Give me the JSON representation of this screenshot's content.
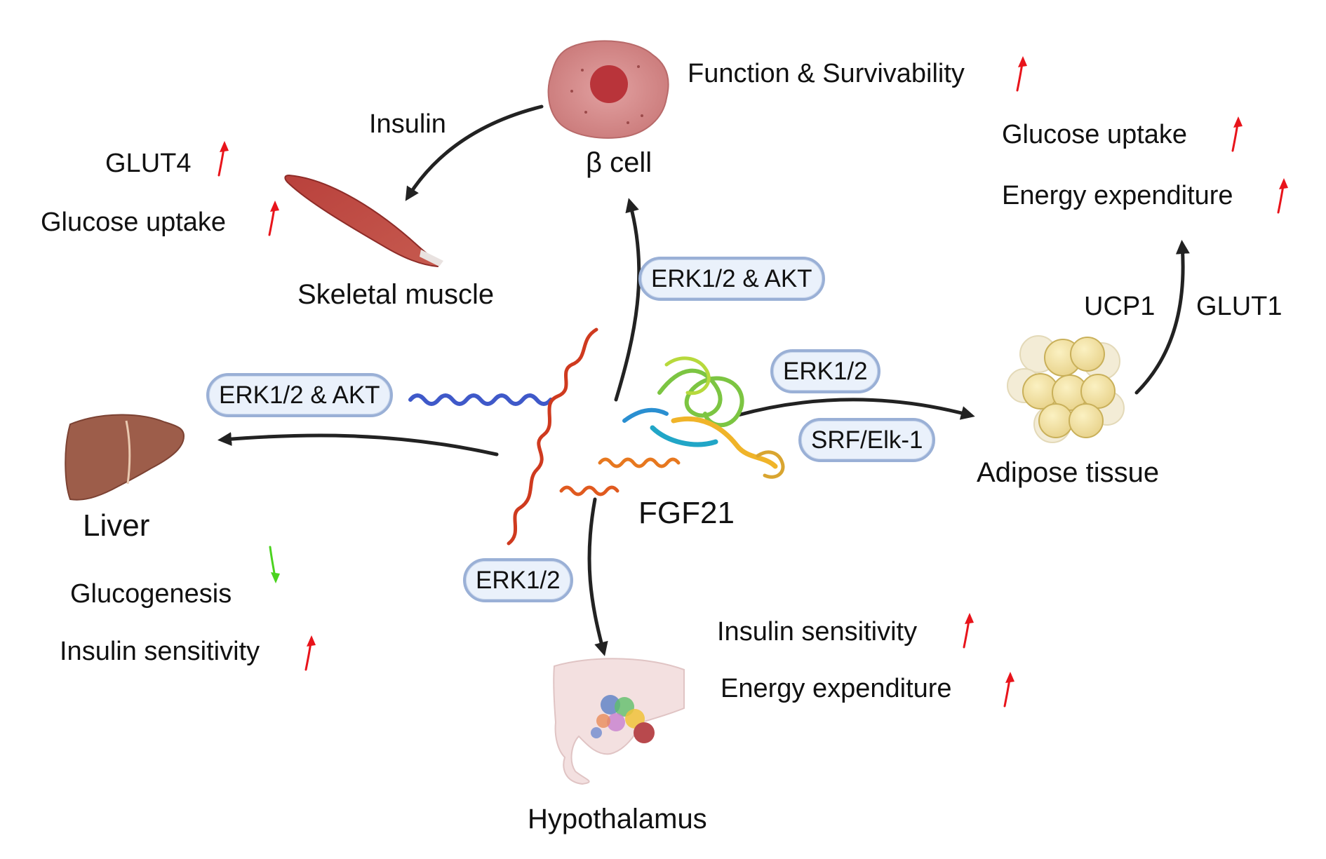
{
  "center": {
    "label": "FGF21"
  },
  "organs": {
    "beta_cell": "β cell",
    "skeletal_muscle": "Skeletal muscle",
    "liver": "Liver",
    "adipose_tissue": "Adipose tissue",
    "hypothalamus": "Hypothalamus"
  },
  "pathways": {
    "to_beta_cell": "ERK1/2 & AKT",
    "to_liver": "ERK1/2 & AKT",
    "to_adipose_upper": "ERK1/2",
    "to_adipose_lower": "SRF/Elk-1",
    "to_hypothalamus": "ERK1/2"
  },
  "arrow_labels": {
    "beta_to_muscle": "Insulin",
    "adipose_left": "UCP1",
    "adipose_right": "GLUT1"
  },
  "effects": {
    "beta_cell": [
      {
        "text": "Function & Survivability",
        "direction": "up"
      }
    ],
    "skeletal_muscle": [
      {
        "text": "GLUT4",
        "direction": "up"
      },
      {
        "text": "Glucose uptake",
        "direction": "up"
      }
    ],
    "adipose_tissue": [
      {
        "text": "Glucose uptake",
        "direction": "up"
      },
      {
        "text": "Energy expenditure",
        "direction": "up"
      }
    ],
    "liver": [
      {
        "text": "Glucogenesis",
        "direction": "down"
      },
      {
        "text": "Insulin sensitivity",
        "direction": "up"
      }
    ],
    "hypothalamus": [
      {
        "text": "Insulin sensitivity",
        "direction": "up"
      },
      {
        "text": "Energy expenditure",
        "direction": "up"
      }
    ]
  },
  "colors": {
    "up_arrow": "#e8141b",
    "down_arrow": "#4bd31f",
    "pill_border": "#9ab0d6",
    "pill_fill": "#eaf1fb",
    "flow_arrow": "#222222"
  }
}
